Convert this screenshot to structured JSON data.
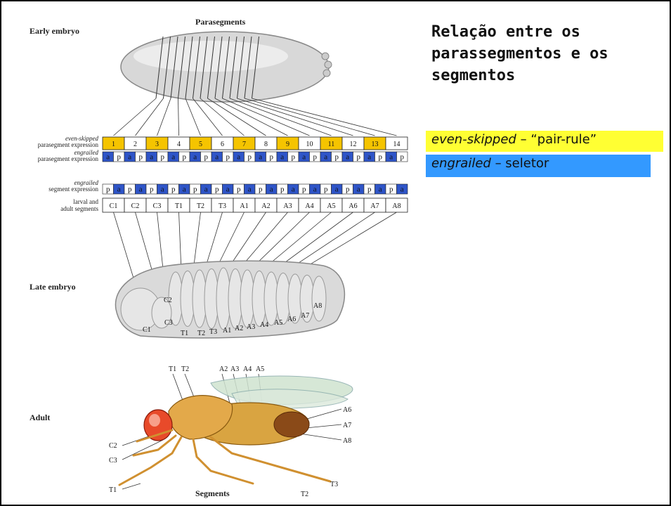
{
  "title": "Relação entre os parassegmentos e os segmentos",
  "legend": [
    {
      "gene": "even-skipped",
      "sep": " – ",
      "desc": "“pair-rule”",
      "color": "#ffff33"
    },
    {
      "gene": "engrailed",
      "sep": " – ",
      "desc": "seletor",
      "color": "#3399ff"
    }
  ],
  "figure": {
    "heading_parasegments": "Parasegments",
    "label_early": "Early embryo",
    "label_late": "Late embryo",
    "label_adult": "Adult",
    "label_segments": "Segments",
    "row_eve_1": "even-skipped",
    "row_eve_2": "parasegment expression",
    "row_en_1": "engrailed",
    "row_en_2": "parasegment expression",
    "row_enseg_1": "engrailed",
    "row_enseg_2": "segment expression",
    "row_larval_1": "larval and",
    "row_larval_2": "adult segments",
    "parasegments": [
      "1",
      "2",
      "3",
      "4",
      "5",
      "6",
      "7",
      "8",
      "9",
      "10",
      "11",
      "12",
      "13",
      "14"
    ],
    "segments": [
      "C1",
      "C2",
      "C3",
      "T1",
      "T2",
      "T3",
      "A1",
      "A2",
      "A3",
      "A4",
      "A5",
      "A6",
      "A7",
      "A8"
    ],
    "late_labels": [
      "C1",
      "C2",
      "C3",
      "T1",
      "T2",
      "T3",
      "A1",
      "A2",
      "A3",
      "A4",
      "A5",
      "A6",
      "A7",
      "A8"
    ],
    "adult_top_labels": [
      "T1",
      "T2",
      "A2",
      "A3",
      "A4",
      "A5"
    ],
    "adult_right_labels": [
      "A6",
      "A7",
      "A8"
    ],
    "adult_left_labels": [
      "C2",
      "C3",
      "T1"
    ],
    "adult_bottom_labels": [
      "T2",
      "T3"
    ],
    "pa_letters": [
      "a",
      "p"
    ],
    "eve_color": "#f5c400",
    "en_color": "#2f55c8"
  }
}
